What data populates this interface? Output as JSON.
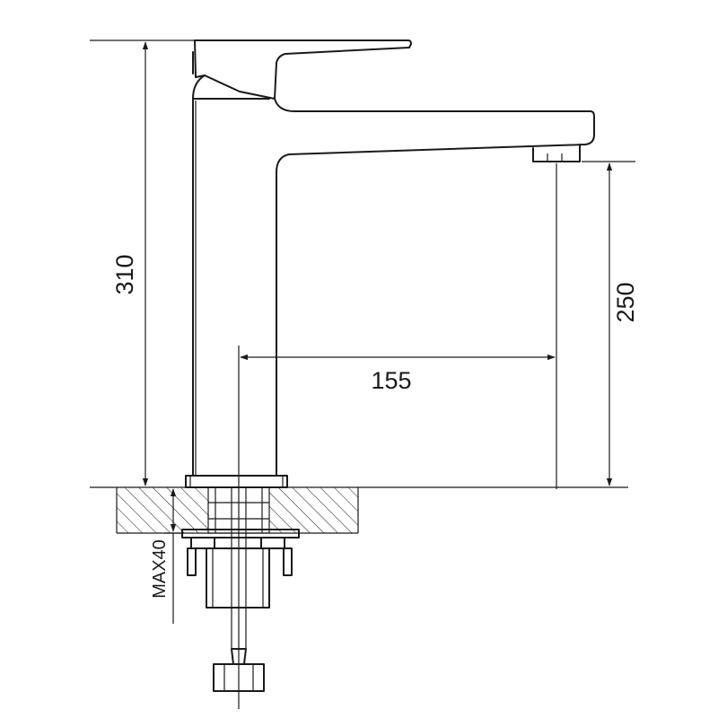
{
  "dimensions": {
    "total_height": "310",
    "spout_height": "250",
    "spout_reach": "155",
    "max_counter_thickness": "MAX40"
  },
  "colors": {
    "line": "#1a1a1a",
    "background": "#ffffff"
  }
}
